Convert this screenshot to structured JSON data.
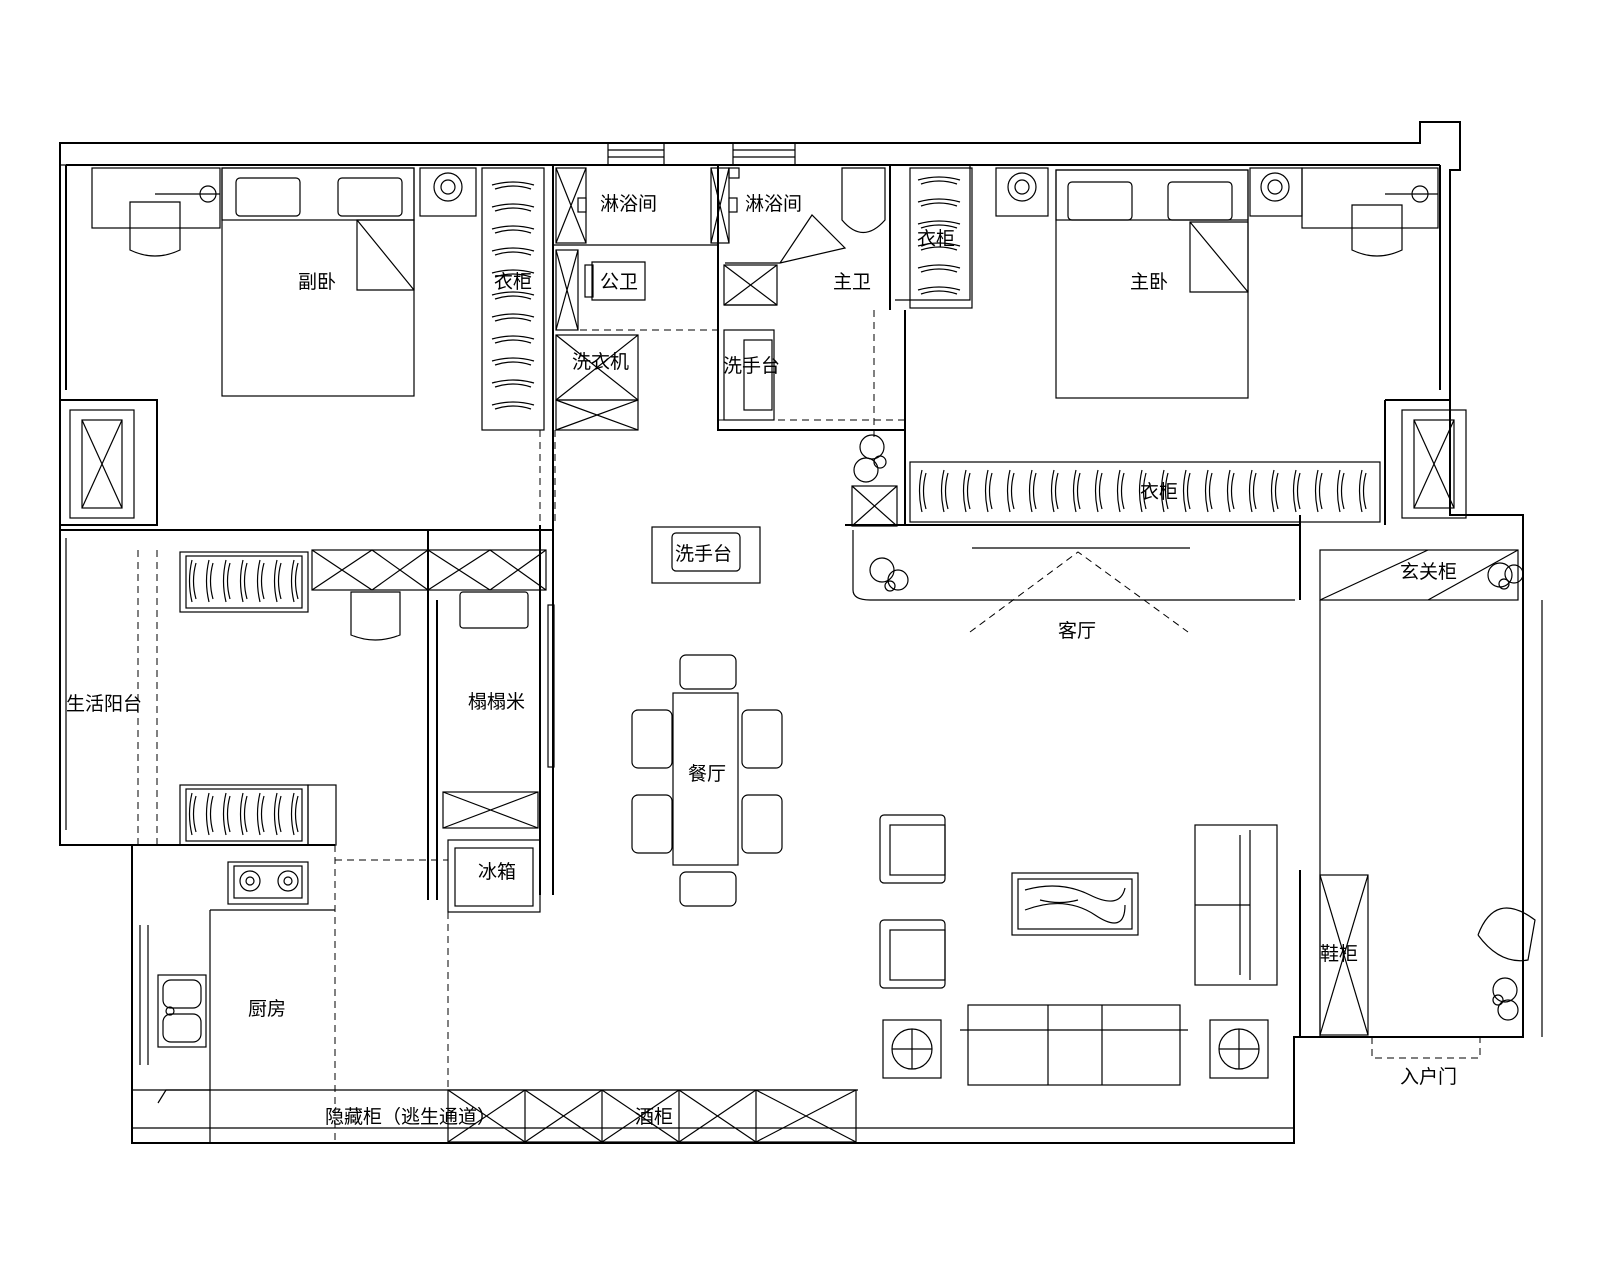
{
  "rooms": {
    "second_bedroom": "副卧",
    "wardrobe_left": "衣柜",
    "shower_left": "淋浴间",
    "public_wc": "公卫",
    "washer": "洗衣机",
    "shower_right": "淋浴间",
    "master_bath": "主卫",
    "vanity_master": "洗手台",
    "wardrobe_small": "衣柜",
    "master_bedroom": "主卧",
    "wardrobe_long": "衣柜",
    "vanity_public": "洗手台",
    "living_room": "客厅",
    "entry_cabinet": "玄关柜",
    "balcony": "生活阳台",
    "tatami": "榻榻米",
    "dining": "餐厅",
    "fridge": "冰箱",
    "kitchen": "厨房",
    "hidden_cabinet": "隐藏柜（逃生通道）",
    "wine_cabinet": "酒柜",
    "shoe_cabinet": "鞋柜",
    "entrance_door": "入户门"
  }
}
